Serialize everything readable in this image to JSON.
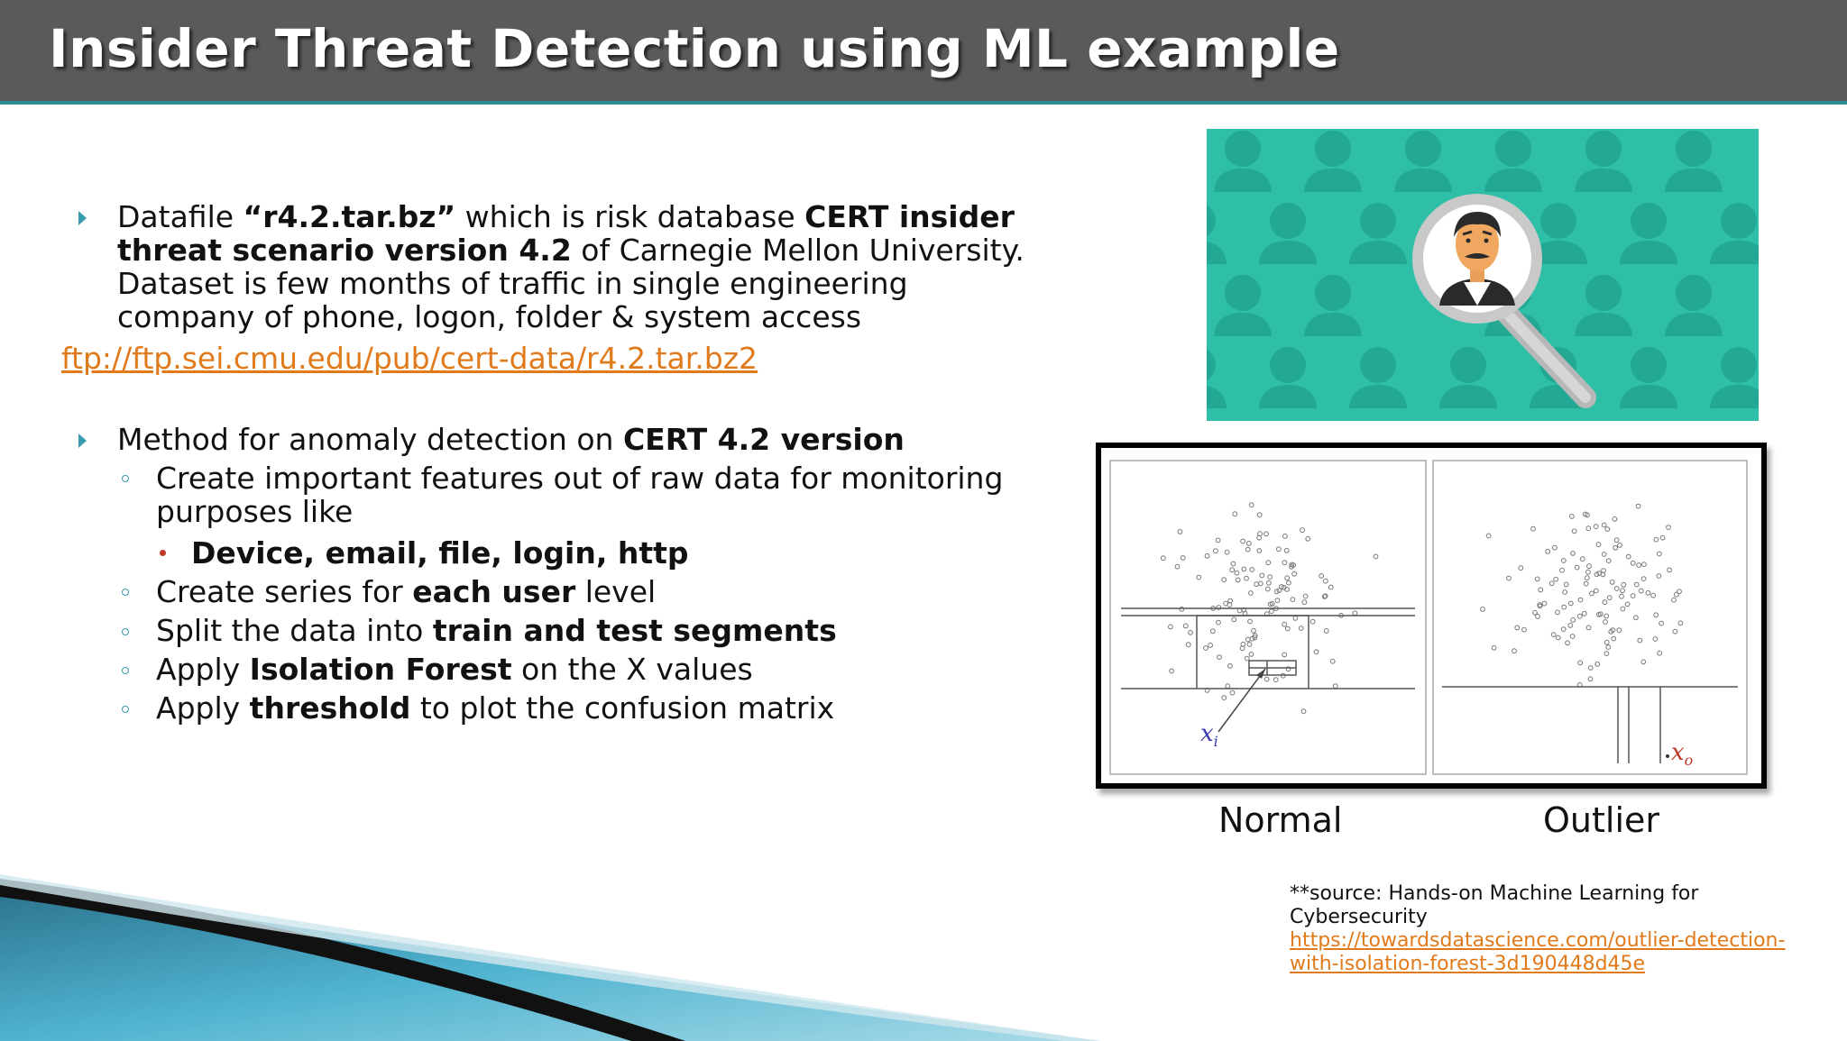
{
  "slide": {
    "title": "Insider Threat Detection using ML example"
  },
  "bullet1": {
    "line1_pre": "Datafile ",
    "line1_bold1": "“r4.2.tar.bz”",
    "line1_mid": " which is risk database ",
    "line1_bold2": "CERT insider",
    "line2_bold": "threat scenario version 4.2",
    "line2_post": " of Carnegie Mellon University.",
    "line3": "Dataset is few months of traffic in single engineering",
    "line4": "company of phone, logon, folder & system access"
  },
  "link1": "ftp://ftp.sei.cmu.edu/pub/cert-data/r4.2.tar.bz2",
  "bullet2": {
    "pre": "Method for anomaly detection on ",
    "bold": "CERT 4.2 version"
  },
  "sub": {
    "s1_line1": "Create important features out of raw data for monitoring",
    "s1_line2": "purposes like",
    "s1_child_bold": "Device, email, file, login, http",
    "s2_pre": "Create series for ",
    "s2_bold": "each user",
    "s2_post": " level",
    "s3_pre": " Split the data into ",
    "s3_bold": "train and test segments",
    "s4_pre": "Apply ",
    "s4_bold": "Isolation Forest",
    "s4_post": " on the X values",
    "s5_pre": "Apply ",
    "s5_bold": "threshold",
    "s5_post": " to plot the confusion matrix"
  },
  "diagram": {
    "label_xi": "x",
    "label_xi_sub": "i",
    "label_xo": "x",
    "label_xo_sub": "o",
    "caption_normal": "Normal",
    "caption_outlier": "Outlier"
  },
  "source": {
    "line1": "**source: Hands-on Machine Learning for",
    "line2": "Cybersecurity",
    "link_line1": "https://towardsdatascience.com/outlier-detection-",
    "link_line2": "with-isolation-forest-3d190448d45e"
  },
  "colors": {
    "title_bar": "#5a5a5a",
    "title_border": "#2e8c95",
    "bullet_arrow": "#3a9ab0",
    "link": "#e07a1a",
    "hero_bg": "#2fbfa7",
    "hero_silhouette": "#22a893",
    "sub_dot": "#c0392b",
    "xi_label": "#3a3ab0",
    "xo_label": "#c0392b"
  },
  "icons": {
    "bullet": "triangle-right-icon",
    "sub_bullet": "circle-outline-icon",
    "hero": "magnifier-person-icon"
  }
}
